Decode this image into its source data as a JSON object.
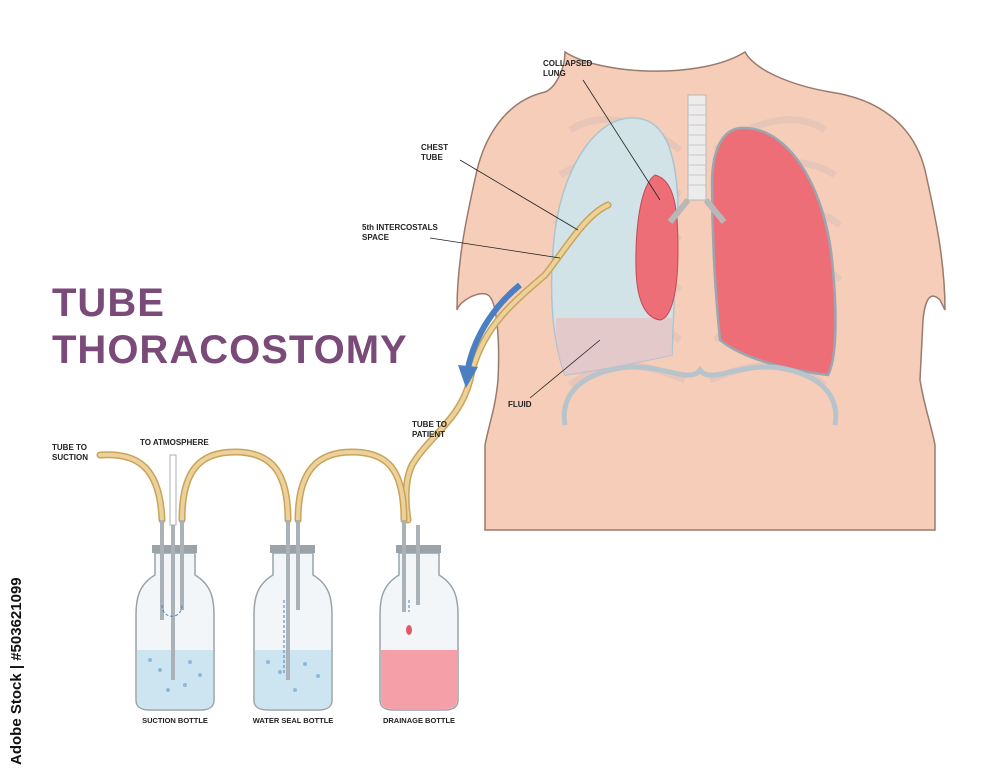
{
  "title": {
    "line1": "TUBE",
    "line2": "THORACOSTOMY"
  },
  "labels": {
    "collapsed_lung": [
      "COLLAPSED",
      "LUNG"
    ],
    "chest_tube": [
      "CHEST",
      "TUBE"
    ],
    "intercostal": [
      "5th INTERCOSTALS",
      "SPACE"
    ],
    "fluid": "FLUID",
    "tube_to_patient": [
      "TUBE TO",
      "PATIENT"
    ],
    "tube_to_suction": [
      "TUBE TO",
      "SUCTION"
    ],
    "to_atmosphere": "TO ATMOSPHERE"
  },
  "bottles": {
    "suction": "SUCTION BOTTLE",
    "water_seal": "WATER SEAL BOTTLE",
    "drainage": "DRAINAGE BOTTLE"
  },
  "stock_id": "Adobe Stock | #503621099",
  "colors": {
    "title": "#7a4a78",
    "skin": "#f6cdb8",
    "skin_outline": "#9a7a6c",
    "lung_healthy": "#ee6e78",
    "lung_collapsed_space": "#cfe6ee",
    "tube": "#e8c889",
    "water": "#cde4f1",
    "blood": "#f5a0a8",
    "arrow": "#4a7fc1"
  }
}
